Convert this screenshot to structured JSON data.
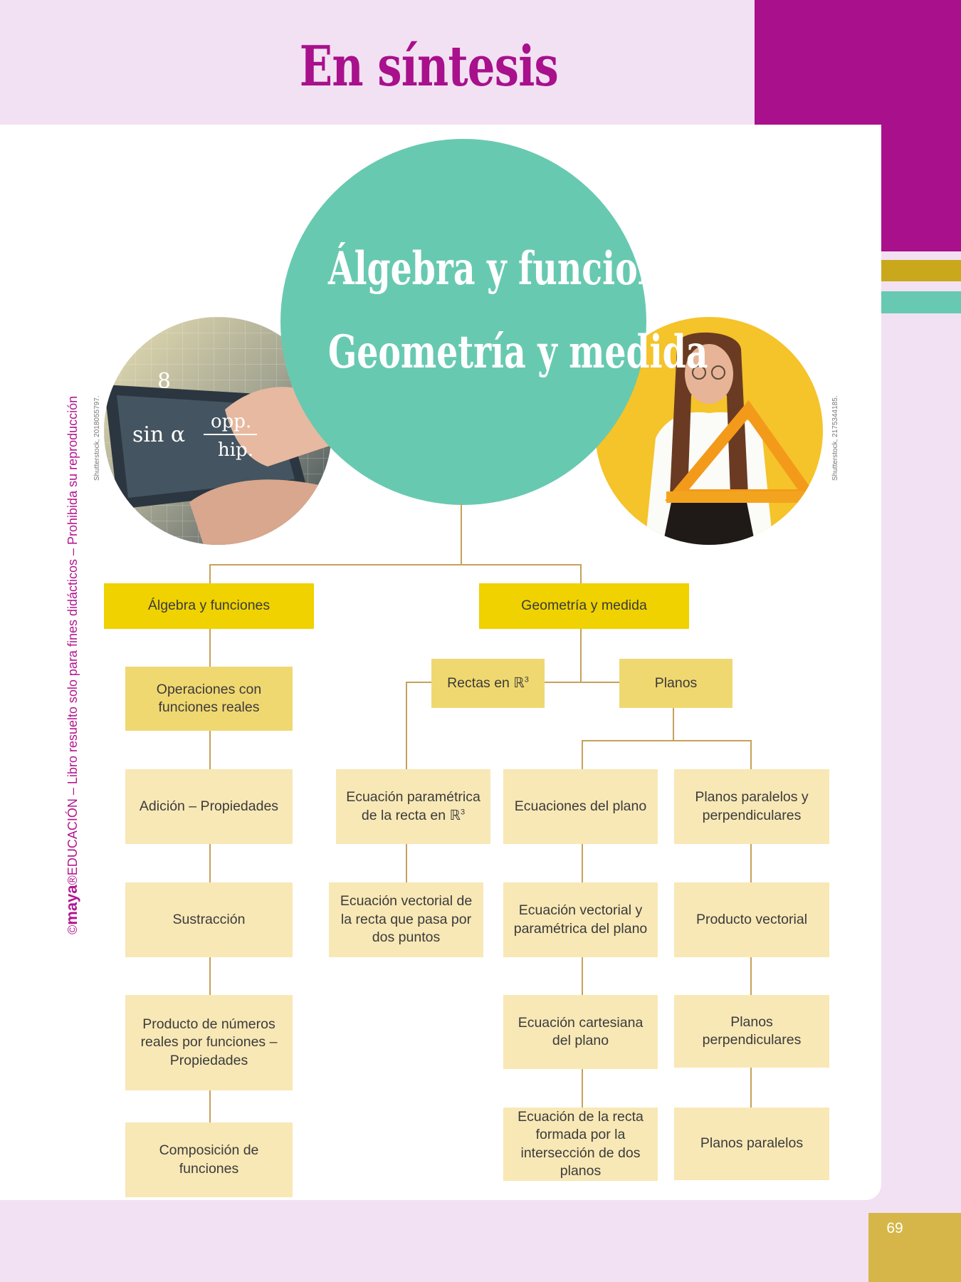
{
  "header": {
    "title": "En síntesis"
  },
  "hero": {
    "line1": "Álgebra y funciones",
    "line2": "Geometría y medida"
  },
  "credits": {
    "left": "Shutterstock, 2018055797.",
    "right": "Shutterstock, 2175344185."
  },
  "side_text": {
    "copyright": "©",
    "brand": "maya",
    "registered": "®",
    "rest": "EDUCACIÓN – Libro resuelto solo para fines didácticos – Prohibida su reproducción"
  },
  "left_branch": {
    "title": "Álgebra y funciones",
    "sub": "Operaciones con funciones reales",
    "items": [
      "Adición – Propiedades",
      "Sustracción",
      "Producto de números reales por funciones – Propiedades",
      "Composición de funciones"
    ]
  },
  "right_branch": {
    "title": "Geometría y medida",
    "rectas": {
      "label": "Rectas en ℝ",
      "sup": "3",
      "items": [
        "Ecuación paramétrica de la recta en ℝ",
        "Ecuación vectorial de la recta que pasa por dos puntos"
      ],
      "items_sup": "3"
    },
    "planos": {
      "label": "Planos",
      "col1": [
        "Ecuaciones del plano",
        "Ecuación vectorial y paramétrica del plano",
        "Ecuación cartesiana del plano",
        "Ecuación de la recta formada por la intersección de dos planos"
      ],
      "col2": [
        "Planos paralelos y perpendiculares",
        "Producto vectorial",
        "Planos perpendiculares",
        "Planos paralelos"
      ]
    }
  },
  "page_number": "69",
  "colors": {
    "magenta": "#a8108c",
    "teal": "#68c9b1",
    "yellow": "#efd200",
    "mid": "#f0d870",
    "leaf": "#f8e8b6",
    "line": "#c6a15c"
  }
}
